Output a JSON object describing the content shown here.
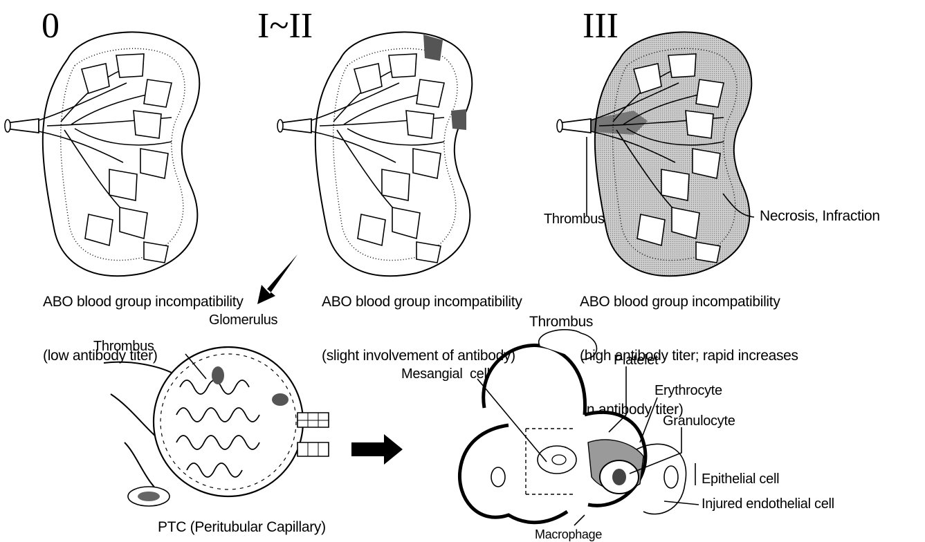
{
  "stages": [
    {
      "numeral": "0",
      "caption_line1": "ABO blood group incompatibility",
      "caption_line2": "(low antibody titer)"
    },
    {
      "numeral": "I~II",
      "caption_line1": "ABO blood group incompatibility",
      "caption_line2": "(slight involvement of antibody)"
    },
    {
      "numeral": "III",
      "caption_line1": "ABO blood group incompatibility",
      "caption_line2": "(high antibody titer; rapid increases",
      "caption_line3": " in antibody titer)"
    }
  ],
  "kidney_labels": {
    "thrombus": "Thrombus",
    "necrosis": "Necrosis, Infraction"
  },
  "glomerulus": {
    "title": "Glomerulus",
    "thrombus": "Thrombus",
    "ptc": "PTC (Peritubular Capillary)"
  },
  "detail": {
    "thrombus": "Thrombus",
    "platelet": "Platelet",
    "mesangial": "Mesangial  cell",
    "erythrocyte": "Erythrocyte",
    "granulocyte": "Granulocyte",
    "epithelial": "Epithelial cell",
    "injured": "Injured endothelial cell",
    "macrophage": "Macrophage"
  },
  "colors": {
    "shade": "#b9b9b9",
    "dark_shade": "#6b6b6b",
    "ink": "#000000"
  }
}
